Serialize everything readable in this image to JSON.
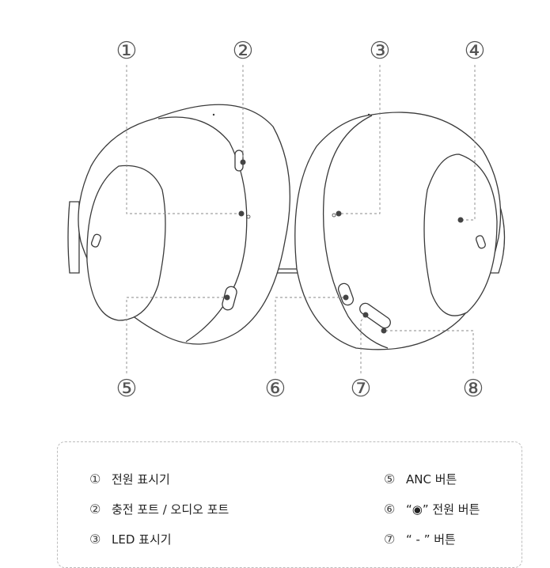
{
  "callouts": [
    "①",
    "②",
    "③",
    "④",
    "⑤",
    "⑥",
    "⑦",
    "⑧"
  ],
  "legend": {
    "items": [
      {
        "num": "①",
        "text": "전원 표시기"
      },
      {
        "num": "②",
        "text": "충전 포트 / 오디오 포트"
      },
      {
        "num": "③",
        "text": "LED 표시기"
      },
      {
        "num": "⑤",
        "text": "ANC 버튼"
      },
      {
        "num": "⑥",
        "text": "“◉” 전원 버튼"
      },
      {
        "num": "⑦",
        "text": "“ - ” 버튼"
      }
    ]
  },
  "colors": {
    "line": "#3a3a3a",
    "leader": "#888888",
    "dot": "#444444"
  }
}
